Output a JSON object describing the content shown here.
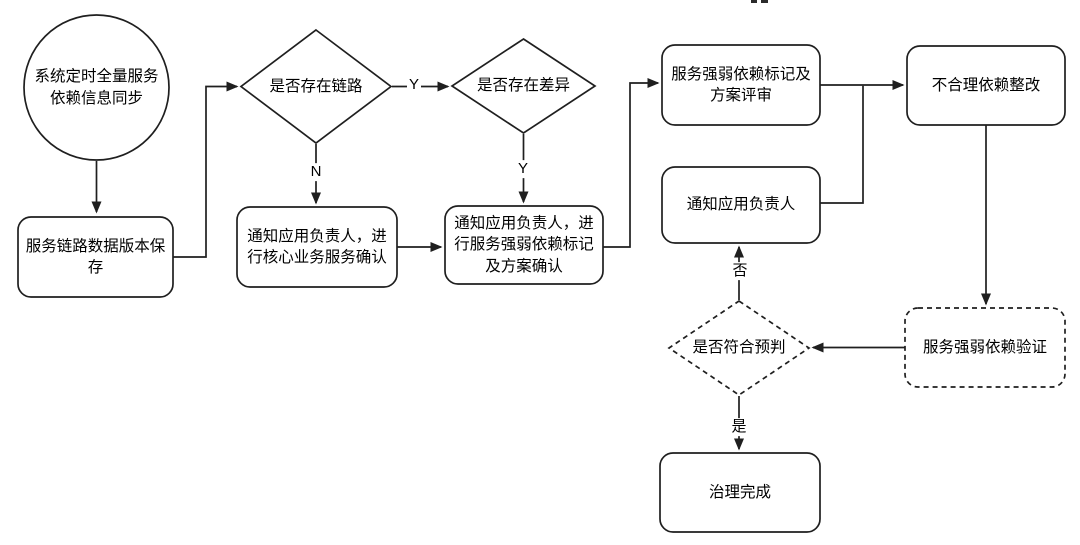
{
  "diagram": {
    "nodes": {
      "sync_circle": {
        "label": "系统定时全量服务\n依赖信息同步",
        "shape": "circle"
      },
      "save_version": {
        "label": "服务链路数据版本保\n存",
        "shape": "rounded-rect"
      },
      "has_link": {
        "label": "是否存在链路",
        "shape": "diamond"
      },
      "has_diff": {
        "label": "是否存在差异",
        "shape": "diamond"
      },
      "notify_core": {
        "label": "通知应用负责人，进\n行核心业务服务确认",
        "shape": "rounded-rect"
      },
      "notify_mark": {
        "label": "通知应用负责人，进\n行服务强弱依赖标记\n及方案确认",
        "shape": "rounded-rect"
      },
      "mark_review": {
        "label": "服务强弱依赖标记及\n方案评审",
        "shape": "rounded-rect"
      },
      "notify_owner": {
        "label": "通知应用负责人",
        "shape": "rounded-rect"
      },
      "rectify": {
        "label": "不合理依赖整改",
        "shape": "rounded-rect"
      },
      "verify": {
        "label": "服务强弱依赖验证",
        "shape": "rounded-rect-dashed"
      },
      "match_judge": {
        "label": "是否符合预判",
        "shape": "diamond-dashed"
      },
      "done": {
        "label": "治理完成",
        "shape": "rounded-rect"
      }
    },
    "edge_labels": {
      "link_yes": "Y",
      "link_no": "N",
      "diff_yes": "Y",
      "judge_no": "否",
      "judge_yes": "是"
    },
    "colors": {
      "stroke": "#1f1f1f",
      "background": "#ffffff",
      "text": "#000000"
    }
  }
}
